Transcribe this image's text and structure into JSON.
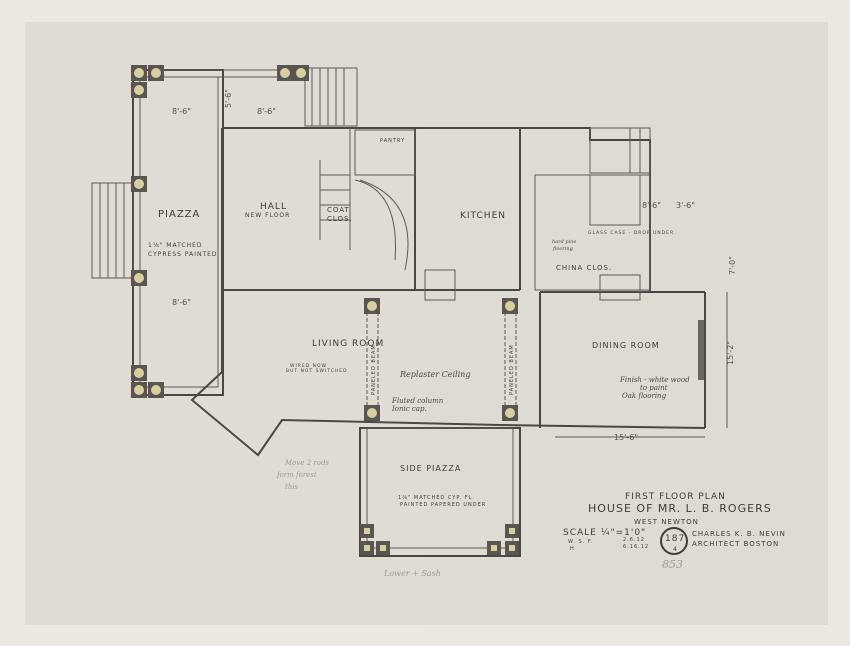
{
  "drawing": {
    "rooms": {
      "piazza": "PIAZZA",
      "piazza_note": "1⅛\" MATCHED",
      "piazza_note2": "CYPRESS PAINTED",
      "hall": "HALL",
      "hall_note": "NEW FLOOR",
      "coat_clos": "COAT",
      "coat_clos2": "CLOS.",
      "pantry": "PANTRY",
      "kitchen": "KITCHEN",
      "living_room": "LIVING ROOM",
      "living_note": "Replaster Ceiling",
      "column_note": "Fluted column",
      "column_note2": "Ionic cap.",
      "wired_note": "WIRED NOW",
      "wired_note2": "BUT NOT SWITCHED",
      "dining_room": "DINING ROOM",
      "dining_note": "Finish - white wood",
      "dining_note2": "to paint",
      "dining_note3": "Oak flooring",
      "china_clos": "CHINA CLOS.",
      "glass_case": "GLASS CASE - DROP UNDER",
      "hardwood": "hard pine",
      "hardwood2": "flooring",
      "side_piazza": "SIDE PIAZZA",
      "side_note": "1⅛\" MATCHED CYP. FL.",
      "side_note2": "PAINTED PAPERED UNDER",
      "paneled_beam": "PANELED BEAM",
      "paneled_beam2": "PANELED BEAM"
    },
    "dimensions": {
      "piazza_top_left": "8'-6\"",
      "piazza_top_right": "8'-6\"",
      "piazza_depth": "5'-6\"",
      "piazza_bottom": "8'-6\"",
      "dining_width": "15'-6\"",
      "dining_depth": "15'-2\"",
      "right_upper": "7'-0\"",
      "porch_a": "8'-6\"",
      "porch_b": "3'-6\""
    },
    "title_block": {
      "title": "FIRST FLOOR PLAN",
      "house": "HOUSE OF MR. L. B. ROGERS",
      "location": "WEST NEWTON",
      "scale": "SCALE ¼\"=1'0\"",
      "initials": "W. S. F.",
      "initials2": "H",
      "date1": "2.6.12",
      "date2": "6.16.12",
      "sheet_number": "187",
      "sheet_sub": "4",
      "architect": "CHARLES K. B. NEVIN",
      "architect2": "ARCHITECT BOSTON",
      "catalog_number": "853"
    },
    "pencil_notes": {
      "note1": "Move 2 rods",
      "note2": "form forest",
      "note3": "this",
      "note4": "Lower + Sash"
    }
  }
}
